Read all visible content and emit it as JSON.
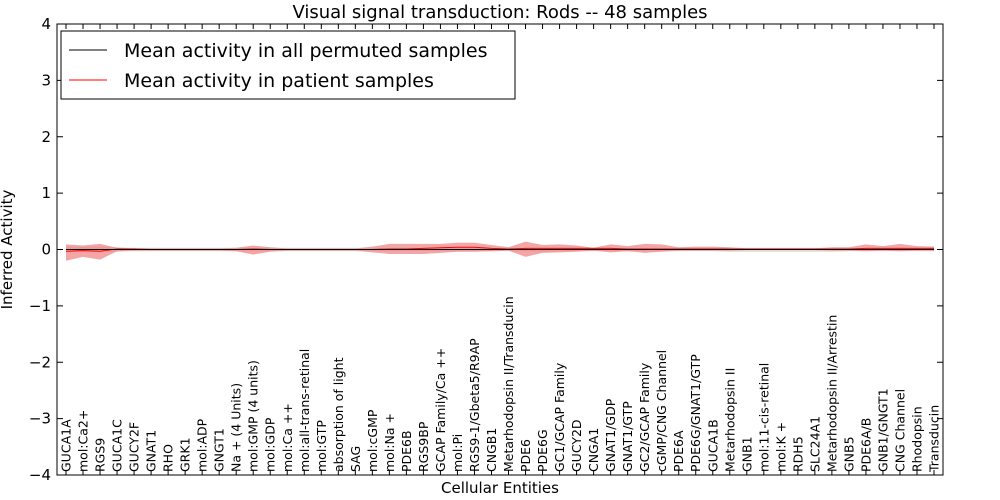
{
  "chart_data": {
    "type": "line",
    "title": "Visual signal transduction: Rods -- 48 samples",
    "xlabel": "Cellular Entities",
    "ylabel": "Inferred Activity",
    "ylim": [
      -4,
      4
    ],
    "yticks": [
      -4,
      -3,
      -2,
      -1,
      0,
      1,
      2,
      3,
      4
    ],
    "ytick_labels": [
      "−4",
      "−3",
      "−2",
      "−1",
      "0",
      "1",
      "2",
      "3",
      "4"
    ],
    "grid": false,
    "legend_position": "top-left",
    "categories": [
      "GUCA1A",
      "mol:Ca2+",
      "RGS9",
      "GUCA1C",
      "GUCY2F",
      "GNAT1",
      "RHO",
      "GRK1",
      "mol:ADP",
      "GNGT1",
      "Na + (4 Units)",
      "mol:GMP (4 units)",
      "mol:GDP",
      "mol:Ca ++",
      "mol:all-trans-retinal",
      "mol:GTP",
      "absorption of light",
      "SAG",
      "mol:cGMP",
      "mol:Na +",
      "PDE6B",
      "RGS9BP",
      "GCAP Family/Ca ++",
      "mol:Pi",
      "RGS9-1/Gbeta5/R9AP",
      "CNGB1",
      "Metarhodopsin II/Transducin",
      "PDE6",
      "PDE6G",
      "GC1/GCAP Family",
      "GUCY2D",
      "CNGA1",
      "GNAT1/GDP",
      "GNAT1/GTP",
      "GC2/GCAP Family",
      "cGMP/CNG Channel",
      "PDE6A",
      "PDE6G/GNAT1/GTP",
      "GUCA1B",
      "Metarhodopsin II",
      "GNB1",
      "mol:11-cis-retinal",
      "mol:K +",
      "RDH5",
      "SLC24A1",
      "Metarhodopsin II/Arrestin",
      "GNB5",
      "PDE6A/B",
      "GNB1/GNGT1",
      "CNG Channel",
      "Rhodopsin",
      "Transducin"
    ],
    "series": [
      {
        "name": "Mean activity in all permuted samples",
        "color": "#000000",
        "values": [
          0.0,
          0.0,
          0.0,
          0.0,
          0.0,
          0.0,
          0.0,
          0.0,
          0.0,
          0.0,
          0.0,
          0.0,
          0.0,
          0.0,
          0.0,
          0.0,
          0.0,
          0.0,
          0.0,
          0.0,
          0.0,
          0.0,
          0.0,
          0.0,
          0.0,
          0.0,
          0.0,
          0.0,
          0.0,
          0.0,
          0.0,
          0.0,
          0.0,
          0.0,
          0.0,
          0.0,
          0.0,
          0.0,
          0.0,
          0.0,
          0.0,
          0.0,
          0.0,
          0.0,
          0.0,
          0.0,
          0.0,
          0.0,
          0.0,
          0.0,
          0.0,
          0.0
        ],
        "band_upper": [
          0.05,
          0.05,
          0.05,
          0.04,
          0.03,
          0.03,
          0.03,
          0.03,
          0.03,
          0.03,
          0.03,
          0.03,
          0.03,
          0.03,
          0.03,
          0.03,
          0.03,
          0.03,
          0.03,
          0.03,
          0.03,
          0.03,
          0.03,
          0.03,
          0.03,
          0.03,
          0.03,
          0.03,
          0.03,
          0.03,
          0.03,
          0.03,
          0.03,
          0.03,
          0.03,
          0.03,
          0.03,
          0.03,
          0.03,
          0.03,
          0.03,
          0.03,
          0.03,
          0.03,
          0.03,
          0.03,
          0.03,
          0.03,
          0.03,
          0.03,
          0.03,
          0.03
        ],
        "band_lower": [
          -0.05,
          -0.05,
          -0.05,
          -0.04,
          -0.03,
          -0.03,
          -0.03,
          -0.03,
          -0.03,
          -0.03,
          -0.03,
          -0.03,
          -0.03,
          -0.03,
          -0.03,
          -0.03,
          -0.03,
          -0.03,
          -0.03,
          -0.03,
          -0.03,
          -0.03,
          -0.03,
          -0.03,
          -0.03,
          -0.03,
          -0.03,
          -0.03,
          -0.04,
          -0.03,
          -0.03,
          -0.03,
          -0.03,
          -0.03,
          -0.03,
          -0.03,
          -0.03,
          -0.03,
          -0.03,
          -0.04,
          -0.04,
          -0.04,
          -0.04,
          -0.04,
          -0.04,
          -0.04,
          -0.03,
          -0.03,
          -0.03,
          -0.03,
          -0.03,
          -0.03
        ]
      },
      {
        "name": "Mean activity in patient samples",
        "color": "#ff0000",
        "values": [
          -0.03,
          -0.02,
          -0.03,
          0.01,
          0.01,
          0.0,
          0.0,
          0.0,
          0.0,
          0.0,
          0.0,
          0.01,
          0.0,
          0.0,
          0.0,
          0.0,
          0.0,
          0.0,
          0.0,
          0.01,
          0.01,
          0.02,
          0.03,
          0.04,
          0.04,
          0.02,
          0.01,
          0.02,
          0.02,
          0.02,
          0.02,
          0.02,
          0.02,
          0.01,
          0.01,
          0.01,
          0.01,
          0.01,
          0.01,
          0.01,
          0.01,
          0.01,
          0.01,
          0.01,
          0.01,
          0.01,
          0.01,
          0.02,
          0.02,
          0.02,
          0.02,
          0.02
        ],
        "band_upper": [
          0.09,
          0.07,
          0.1,
          0.03,
          0.02,
          0.02,
          0.02,
          0.02,
          0.02,
          0.02,
          0.03,
          0.07,
          0.04,
          0.02,
          0.02,
          0.02,
          0.02,
          0.02,
          0.05,
          0.1,
          0.1,
          0.1,
          0.1,
          0.12,
          0.12,
          0.08,
          0.04,
          0.14,
          0.08,
          0.09,
          0.07,
          0.03,
          0.09,
          0.06,
          0.1,
          0.09,
          0.04,
          0.05,
          0.05,
          0.04,
          0.02,
          0.02,
          0.02,
          0.02,
          0.02,
          0.04,
          0.04,
          0.09,
          0.06,
          0.1,
          0.06,
          0.05
        ],
        "band_lower": [
          -0.2,
          -0.13,
          -0.18,
          -0.03,
          -0.02,
          -0.02,
          -0.02,
          -0.02,
          -0.02,
          -0.02,
          -0.03,
          -0.09,
          -0.04,
          -0.02,
          -0.02,
          -0.02,
          -0.02,
          -0.02,
          -0.05,
          -0.08,
          -0.08,
          -0.08,
          -0.06,
          -0.04,
          -0.04,
          -0.03,
          -0.02,
          -0.13,
          -0.06,
          -0.05,
          -0.04,
          -0.02,
          -0.05,
          -0.03,
          -0.06,
          -0.04,
          -0.02,
          -0.02,
          -0.02,
          -0.02,
          -0.01,
          -0.01,
          -0.01,
          -0.01,
          -0.01,
          -0.02,
          -0.02,
          -0.03,
          -0.02,
          -0.03,
          -0.02,
          -0.02
        ]
      }
    ],
    "band_colors": {
      "permuted": "#b0b0b0",
      "patient": "#f08080"
    }
  }
}
